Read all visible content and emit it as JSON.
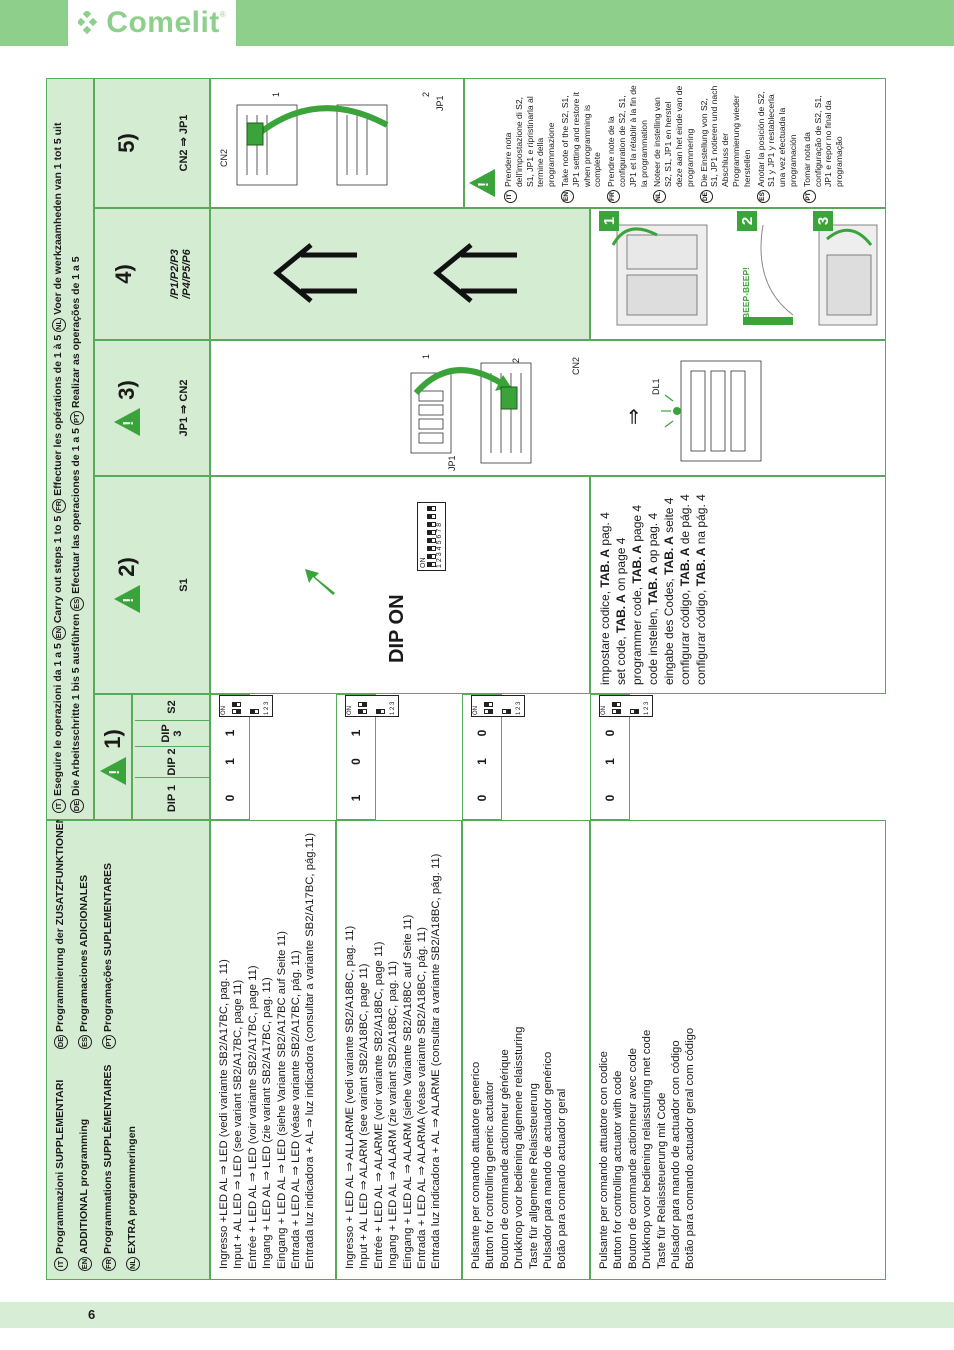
{
  "brand": {
    "name": "Comelit",
    "registered": "®"
  },
  "page_number": "6",
  "section_titles": [
    {
      "lang": "IT",
      "text": "Programmazioni SUPPLEMENTARI"
    },
    {
      "lang": "EN",
      "text": "ADDITIONAL programming"
    },
    {
      "lang": "FR",
      "text": "Programmations SUPPLÉMENTAIRES"
    },
    {
      "lang": "NL",
      "text": "EXTRA programmeringen"
    },
    {
      "lang": "DE",
      "text": "Programmierung der ZUSATZFUNKTIONEN"
    },
    {
      "lang": "ES",
      "text": "Programaciones ADICIONALES"
    },
    {
      "lang": "PT",
      "text": "Programações SUPLEMENTARES"
    }
  ],
  "steps_intro": [
    {
      "lang": "IT",
      "text": "Eseguire le operazioni da 1 a 5"
    },
    {
      "lang": "EN",
      "text": "Carry out steps 1 to 5"
    },
    {
      "lang": "FR",
      "text": "Effectuer les opérations de 1 à 5"
    },
    {
      "lang": "NL",
      "text": "Voer de werkzaamheden van 1 tot 5 uit"
    },
    {
      "lang": "DE",
      "text": "Die Arbeitsschritte 1 bis 5 ausführen"
    },
    {
      "lang": "ES",
      "text": "Efectuar las operaciones de 1 a 5"
    },
    {
      "lang": "PT",
      "text": "Realizar as operações de 1 a 5"
    }
  ],
  "steps": [
    {
      "num": "1)",
      "sub": ""
    },
    {
      "num": "2)",
      "sub": "S1"
    },
    {
      "num": "3)",
      "sub": "JP1 ⇒ CN2"
    },
    {
      "num": "4)",
      "sub": "/P1/P2/P3 /P4/P5/P6"
    },
    {
      "num": "5)",
      "sub": "CN2 ⇒ JP1"
    }
  ],
  "dip_headers": [
    "DIP 1",
    "DIP 2",
    "DIP 3",
    "S2"
  ],
  "rows": [
    {
      "lines": [
        "Ingresso +LED AL ⇒ LED (vedi variante SB2/A17BC, pag. 11)",
        "Input + AL LED ⇒ LED (see variant SB2/A17BC, page 11)",
        "Entrée + LED AL ⇒ LED (voir variante SB2/A17BC, page 11)",
        "Ingang + LED AL ⇒ LED (zie variant SB2/A17BC, pag. 11)",
        "Eingang + LED AL ⇒ LED (siehe Variante SB2/A17BC auf Seite 11)",
        "Entrada + LED AL ⇒ LED (véase variante SB2/A17BC, pág. 11)",
        "Entrada luz indicadora + AL ⇒ luz indicadora (consultar a variante SB2/A17BC, pág.11)"
      ],
      "dip": [
        "0",
        "1",
        "1"
      ]
    },
    {
      "lines": [
        "Ingresso + LED AL ⇒ ALLARME (vedi variante SB2/A18BC, pag. 11)",
        "Input + AL LED ⇒ ALARM (see variant SB2/A18BC, page 11)",
        "Entrée + LED AL ⇒ ALARME (voir variante SB2/A18BC, page 11)",
        "Ingang + LED AL ⇒ ALARM (zie variant SB2/A18BC, pag. 11)",
        "Eingang + LED AL ⇒ ALARM (siehe Variante SB2/A18BC auf Seite 11)",
        "Entrada + LED AL ⇒ ALARMA (véase variante SB2/A18BC, pág. 11)",
        "Entrada luz indicadora + AL ⇒ ALARME (consultar a variante SB2/A18BC, pág. 11)"
      ],
      "dip": [
        "1",
        "0",
        "1"
      ]
    },
    {
      "lines": [
        "Pulsante per comando attuatore generico",
        "Button for controlling generic actuator",
        "Bouton de commande actionneur générique",
        "Drukknop voor bediening algemene relaissturing",
        "Taste für allgemeine Relaissteuerung",
        "Pulsador para mando de actuador genérico",
        "Botão para comando actuador geral"
      ],
      "dip": [
        "0",
        "1",
        "0"
      ]
    },
    {
      "lines": [
        "Pulsante per comando attuatore con codice",
        "Button for controlling actuator with code",
        "Bouton de commande actionneur avec code",
        "Drukknop voor bediening relaissturing met code",
        "Taste für Relaissteuerung mit Code",
        "Pulsador para mando de actuador con código",
        "Botão para comando actuador geral com código"
      ],
      "dip": [
        "0",
        "1",
        "0"
      ]
    }
  ],
  "dip_on": {
    "label": "DIP ON",
    "switch_on": "ON",
    "switch_nums": "12345678"
  },
  "code_text": [
    {
      "pre": "impostare codice, ",
      "bold": "TAB. A",
      "post": " pag. 4"
    },
    {
      "pre": "set code, ",
      "bold": "TAB. A",
      "post": " on page 4"
    },
    {
      "pre": "programmer code, ",
      "bold": "TAB. A",
      "post": " page 4"
    },
    {
      "pre": "code instellen, ",
      "bold": "TAB. A",
      "post": " op pag. 4"
    },
    {
      "pre": "eingabe des Codes, ",
      "bold": "TAB. A",
      "post": " seite 4"
    },
    {
      "pre": "configurar código, ",
      "bold": "TAB. A",
      "post": " de pág. 4"
    },
    {
      "pre": "configurar código, ",
      "bold": "TAB. A",
      "post": " na pág. 4"
    }
  ],
  "diagram_labels": {
    "jp1": "JP1",
    "cn2": "CN2",
    "dl1": "DL1",
    "one": "1",
    "two": "2",
    "three": "3",
    "beep": "BEEP-BEEP!",
    "arrow": "⇒"
  },
  "notes": [
    {
      "lang": "IT",
      "text": "Prendere nota dell'impostazione di S2, S1, JP1 e ripristinarla al termine della programmazione"
    },
    {
      "lang": "EN",
      "text": "Take note of the S2, S1, JP1 setting and restore it when programming is complete"
    },
    {
      "lang": "FR",
      "text": "Prendre note de la configuration de S2, S1, JP1 et la rétablir à la fin de la programmation"
    },
    {
      "lang": "NL",
      "text": "Noteer de instelling van S2, S1, JP1 en herstel deze aan het einde van de programmering"
    },
    {
      "lang": "DE",
      "text": "Die Einstellung von S2, S1, JP1 notieren und nach Abschluss der Programmierung wieder herstellen"
    },
    {
      "lang": "ES",
      "text": "Anotar la posición de S2, S1 y JP1 y restablecerla una vez efectuada la programación"
    },
    {
      "lang": "PT",
      "text": "Tomar nota da configuração de S2, S1, JP1 e repor no final da programação"
    }
  ],
  "colors": {
    "green": "#8fcf8c",
    "header_bg": "#d4ecd1",
    "accent": "#3aa33a"
  }
}
